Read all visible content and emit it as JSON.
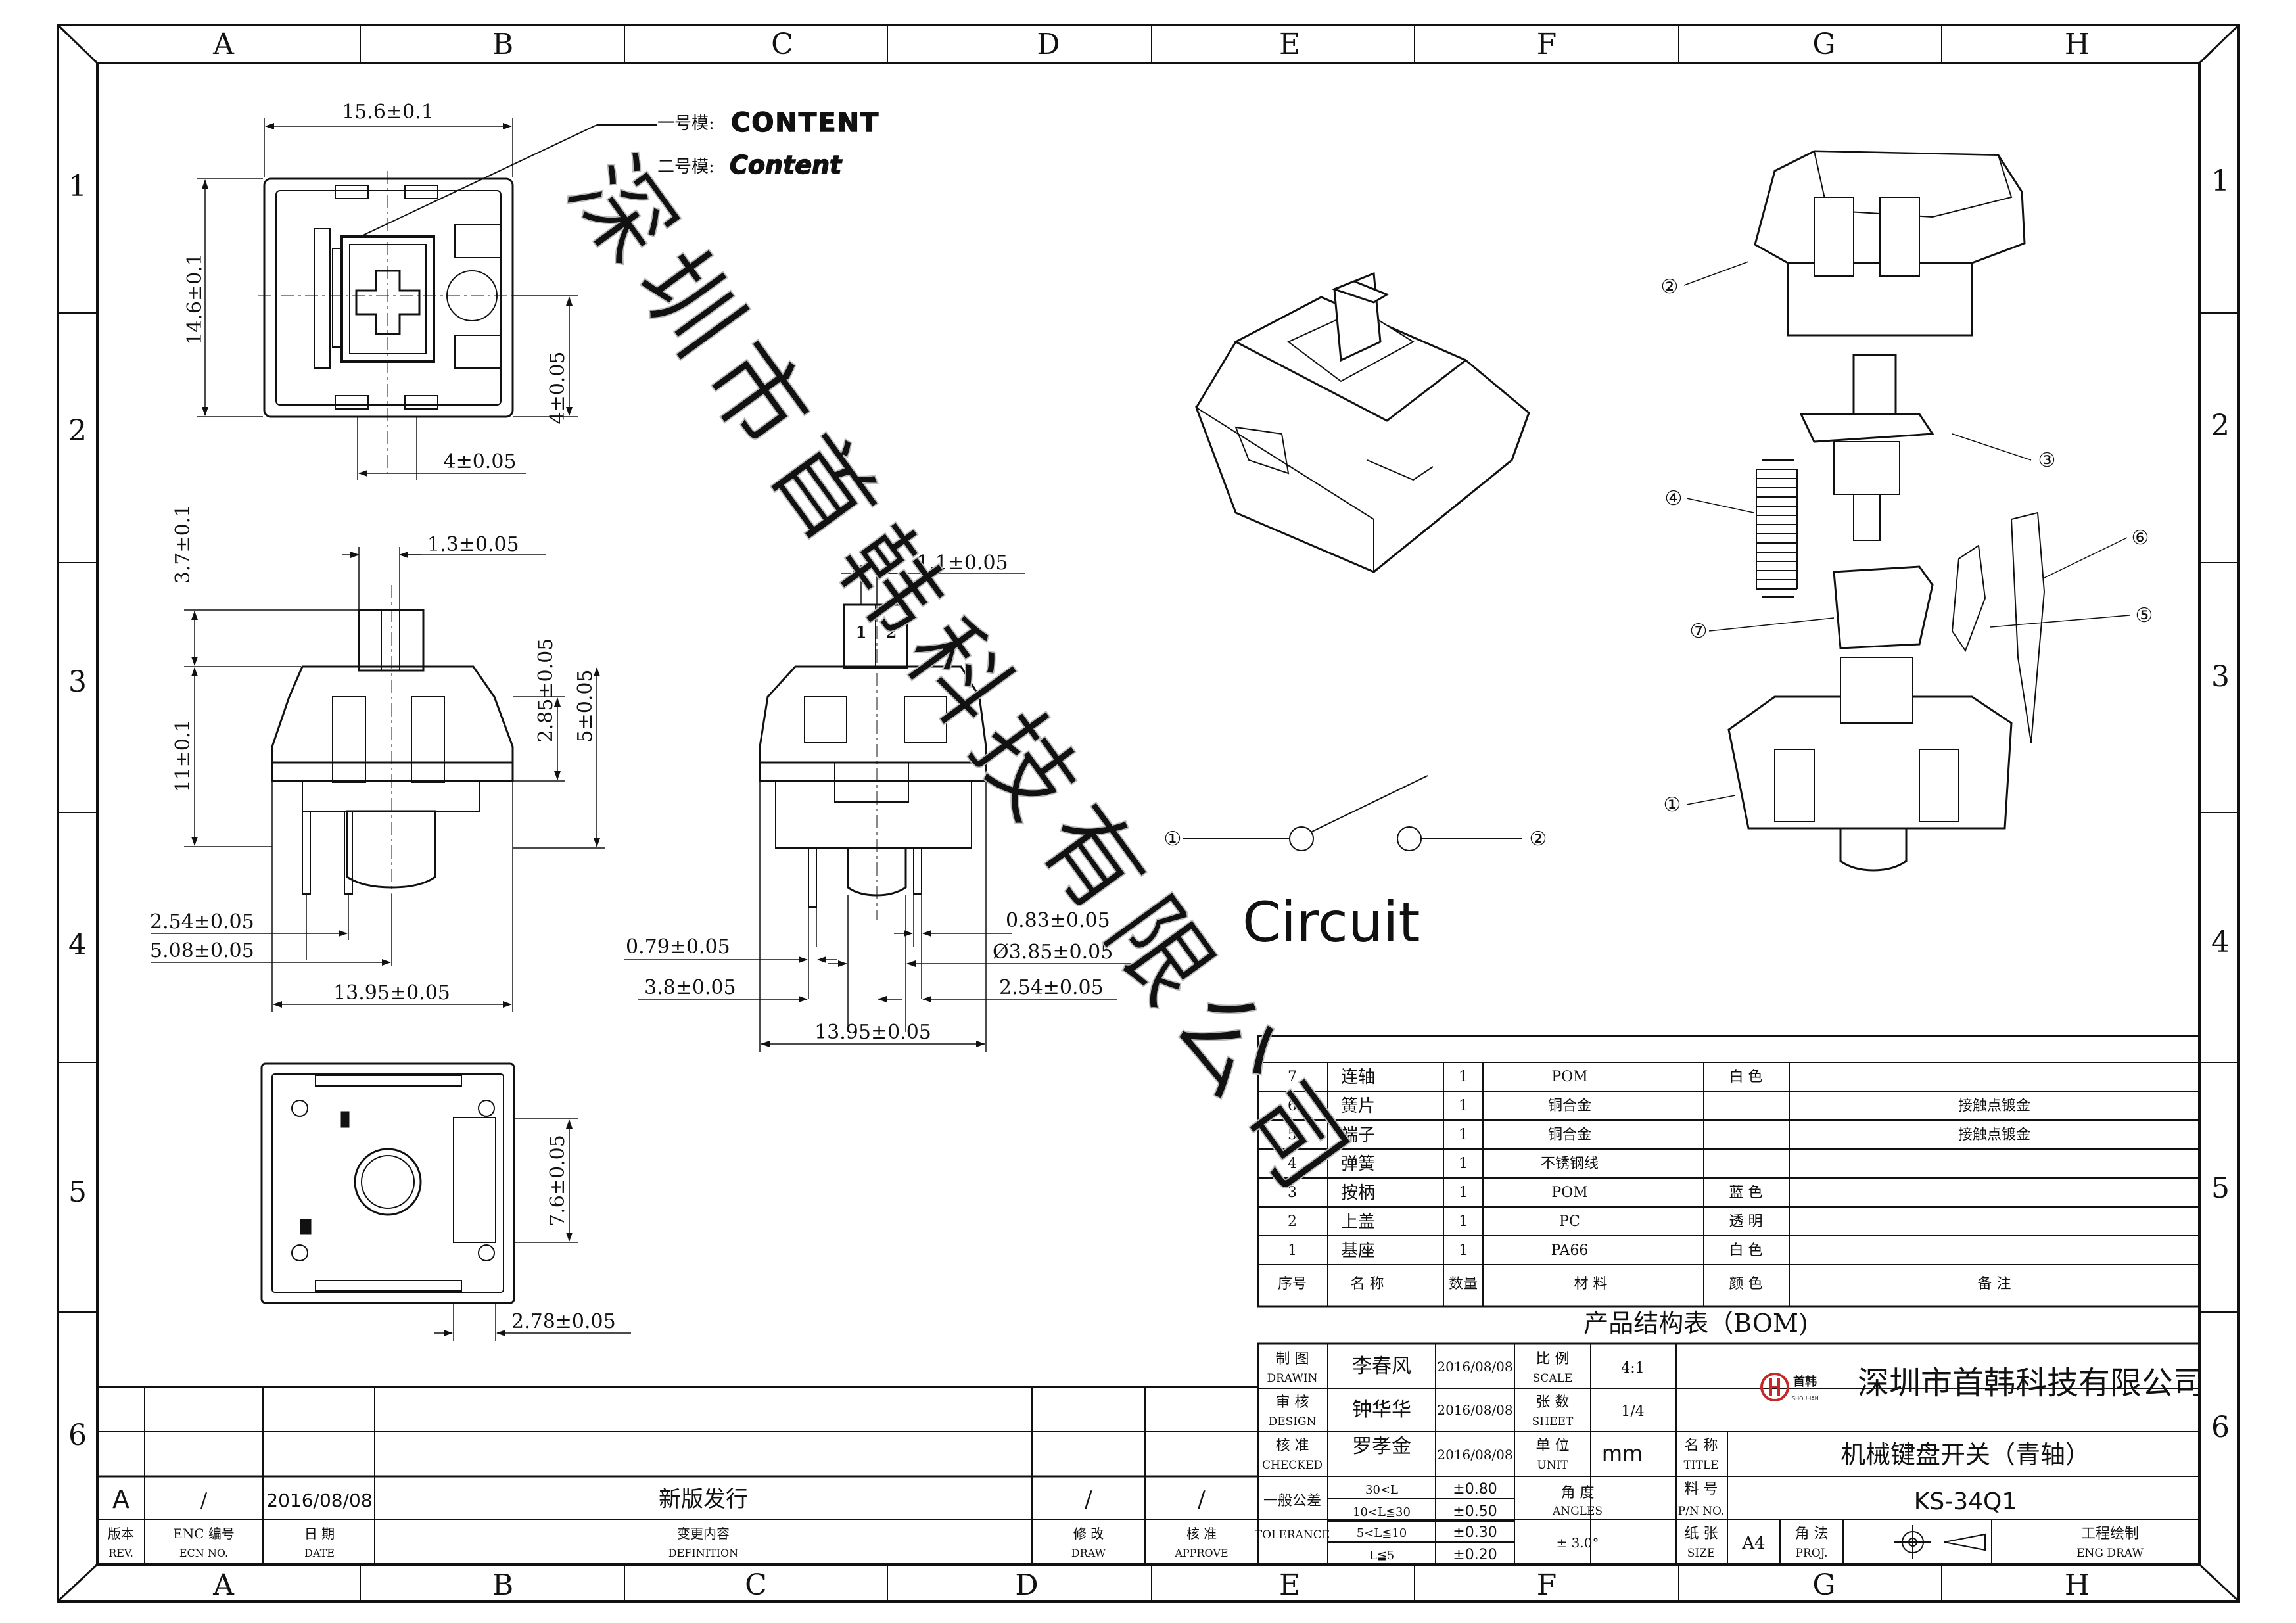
{
  "border": {
    "col_labels": [
      "A",
      "B",
      "C",
      "D",
      "E",
      "F",
      "G",
      "H"
    ],
    "row_labels": [
      "1",
      "2",
      "3",
      "4",
      "5",
      "6"
    ]
  },
  "logo_text": {
    "mold1_label": "一号模:",
    "mold1_word": "CONTENT",
    "mold2_label": "二号模:",
    "mold2_word": "Content"
  },
  "dimensions": {
    "top_width": "15.6±0.1",
    "top_height": "14.6±0.1",
    "top_offset_v": "4±0.05",
    "top_offset_h": "4±0.05",
    "side_stem_w": "1.3±0.05",
    "side_stem_h": "3.7±0.1",
    "side_body_h": "11±0.1",
    "side_a": "2.85±0.05",
    "side_b": "5±0.05",
    "side_pin1": "2.54±0.05",
    "side_pin2": "5.08±0.05",
    "side_width": "13.95±0.05",
    "front_stem_w": "1.1±0.05",
    "front_pin_a": "0.79±0.05",
    "front_pin_b": "3.8±0.05",
    "front_pin_c": "0.83±0.05",
    "front_pin_d": "Ø3.85±0.05",
    "front_pin_e": "2.54±0.05",
    "front_width": "13.95±0.05",
    "bottom_a": "7.6±0.05",
    "bottom_b": "2.78±0.05"
  },
  "stem_marks": {
    "one": "1",
    "two": "2"
  },
  "circuit": {
    "title": "Circuit",
    "node1": "①",
    "node2": "②"
  },
  "callouts": [
    "②",
    "③",
    "④",
    "⑥",
    "⑦",
    "⑤",
    "①"
  ],
  "watermark": "深圳市首韩科技有限公司",
  "bom": {
    "rows": [
      {
        "no": "7",
        "name": "连轴",
        "qty": "1",
        "material": "POM",
        "color": "白 色",
        "note": ""
      },
      {
        "no": "6",
        "name": "簧片",
        "qty": "1",
        "material": "铜合金",
        "color": "",
        "note": "接触点镀金"
      },
      {
        "no": "5",
        "name": "端子",
        "qty": "1",
        "material": "铜合金",
        "color": "",
        "note": "接触点镀金"
      },
      {
        "no": "4",
        "name": "弹簧",
        "qty": "1",
        "material": "不锈钢线",
        "color": "",
        "note": ""
      },
      {
        "no": "3",
        "name": "按柄",
        "qty": "1",
        "material": "POM",
        "color": "蓝 色",
        "note": ""
      },
      {
        "no": "2",
        "name": "上盖",
        "qty": "1",
        "material": "PC",
        "color": "透 明",
        "note": ""
      },
      {
        "no": "1",
        "name": "基座",
        "qty": "1",
        "material": "PA66",
        "color": "白 色",
        "note": ""
      }
    ],
    "header": {
      "no": "序号",
      "name": "名 称",
      "qty": "数量",
      "material": "材 料",
      "color": "颜 色",
      "note": "备 注"
    },
    "title": "产品结构表（BOM)"
  },
  "title_block": {
    "drawn_label": "制 图",
    "drawn_en": "DRAWIN",
    "drawn_name": "李春风",
    "drawn_date": "2016/08/08",
    "design_label": "审 核",
    "design_en": "DESIGN",
    "design_name": "钟华华",
    "design_date": "2016/08/08",
    "checked_label": "核 准",
    "checked_en": "CHECKED",
    "checked_name": "罗孝金",
    "checked_date": "2016/08/08",
    "scale_label": "比 例",
    "scale_en": "SCALE",
    "scale_value": "4:1",
    "sheet_label": "张 数",
    "sheet_en": "SHEET",
    "sheet_value": "1/4",
    "unit_label": "单 位",
    "unit_en": "UNIT",
    "unit_value": "mm",
    "title_label": "名 称",
    "title_en": "TITLE",
    "title_value": "机械键盘开关（青轴）",
    "pn_label": "料 号",
    "pn_en": "P/N NO.",
    "pn_value": "KS-34Q1",
    "size_label": "纸 张",
    "size_en": "SIZE",
    "size_value": "A4",
    "proj_label": "角 法",
    "proj_en": "PROJ.",
    "eng_label": "工程绘制",
    "eng_en": "ENG DRAW",
    "company_logo": "首韩",
    "company_logo_en": "SHOUHAN",
    "company": "深圳市首韩科技有限公司",
    "tol_label": "一般公差",
    "tol_en": "TOLERANCE",
    "tol_ranges": [
      "30<L",
      "10<L≦30",
      "5<L≦10",
      "L≦5"
    ],
    "tol_values": [
      "±0.80",
      "±0.50",
      "±0.30",
      "±0.20"
    ],
    "angle_label": "角 度",
    "angle_en": "ANGLES",
    "angle_value": "± 3.0°"
  },
  "revision": {
    "rev": "A",
    "ecn": "/",
    "date": "2016/08/08",
    "definition": "新版发行",
    "draw": "/",
    "approve": "/",
    "h_rev": "版本",
    "h_rev_en": "REV.",
    "h_ecn": "ENC 编号",
    "h_ecn_en": "ECN NO.",
    "h_date": "日 期",
    "h_date_en": "DATE",
    "h_def": "变更内容",
    "h_def_en": "DEFINITION",
    "h_draw": "修 改",
    "h_draw_en": "DRAW",
    "h_approve": "核 准",
    "h_approve_en": "APPROVE"
  }
}
